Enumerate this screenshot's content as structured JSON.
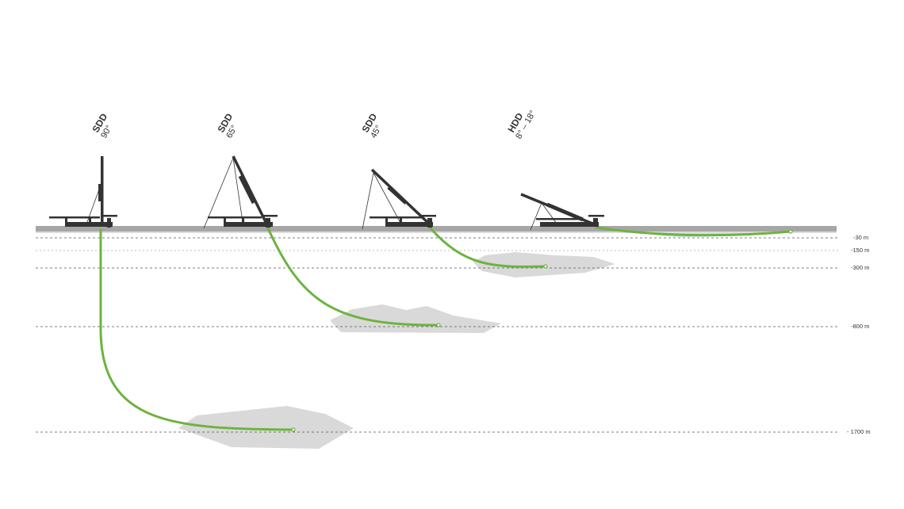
{
  "colors": {
    "ground": "#a6a6a6",
    "structure": "#333333",
    "borehole": "#6db33f",
    "formation": "#d9d9d9",
    "water": "#c9dff0",
    "depth_line": "#555555"
  },
  "rigs": [
    {
      "type": "SDD",
      "angle_label": "90°"
    },
    {
      "type": "SDD",
      "angle_label": "65°"
    },
    {
      "type": "SDD",
      "angle_label": "45°"
    },
    {
      "type": "HDD",
      "angle_label": "8° – 18°"
    }
  ],
  "depth_levels": [
    {
      "label": "-30 m"
    },
    {
      "label": "-150 m"
    },
    {
      "label": "-300 m"
    },
    {
      "label": "-800 m"
    },
    {
      "label": "- 1700 m"
    }
  ]
}
